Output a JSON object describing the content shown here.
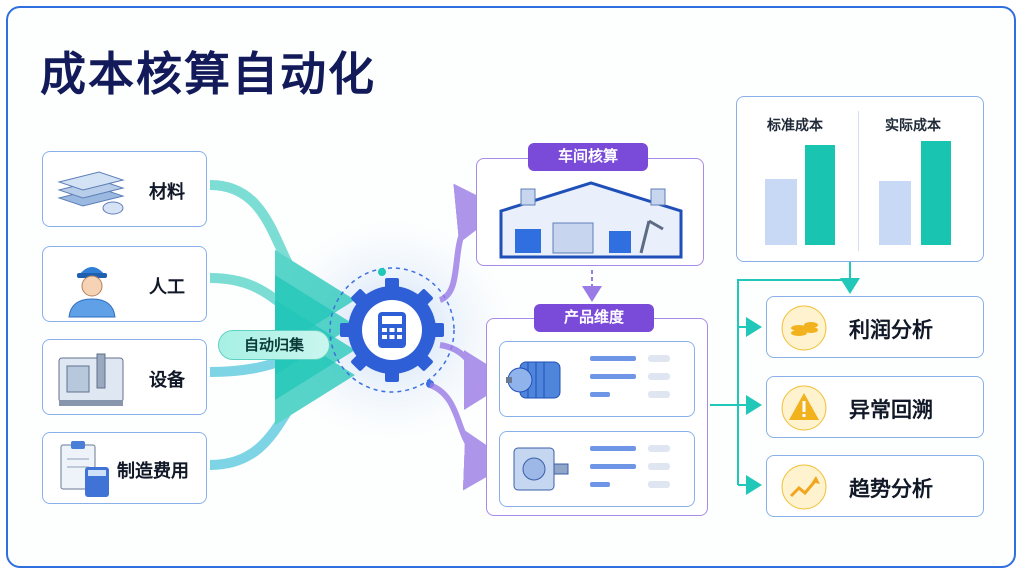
{
  "title": "成本核算自动化",
  "inputs": [
    {
      "label": "材料",
      "icon": "materials-stack-icon"
    },
    {
      "label": "人工",
      "icon": "worker-icon"
    },
    {
      "label": "设备",
      "icon": "machine-icon"
    },
    {
      "label": "制造费用",
      "icon": "invoice-calculator-icon"
    }
  ],
  "auto_collect": "自动归集",
  "center_icon": "gear-calculator-icon",
  "workshop": {
    "label": "车间核算",
    "icon": "factory-icon"
  },
  "product": {
    "label": "产品维度",
    "items": [
      "motor-icon",
      "gearbox-icon"
    ]
  },
  "comparison": {
    "standard": "标准成本",
    "actual": "实际成本",
    "standard_color": "#c7d9f5",
    "actual_color": "#19c4b0"
  },
  "outputs": [
    {
      "label": "利润分析",
      "icon": "coins-icon"
    },
    {
      "label": "异常回溯",
      "icon": "warning-icon"
    },
    {
      "label": "趋势分析",
      "icon": "trend-chart-icon"
    }
  ],
  "colors": {
    "accent_blue": "#2f6fe0",
    "teal": "#21c7b8",
    "purple": "#7a4ad9",
    "title": "#121a5a"
  }
}
